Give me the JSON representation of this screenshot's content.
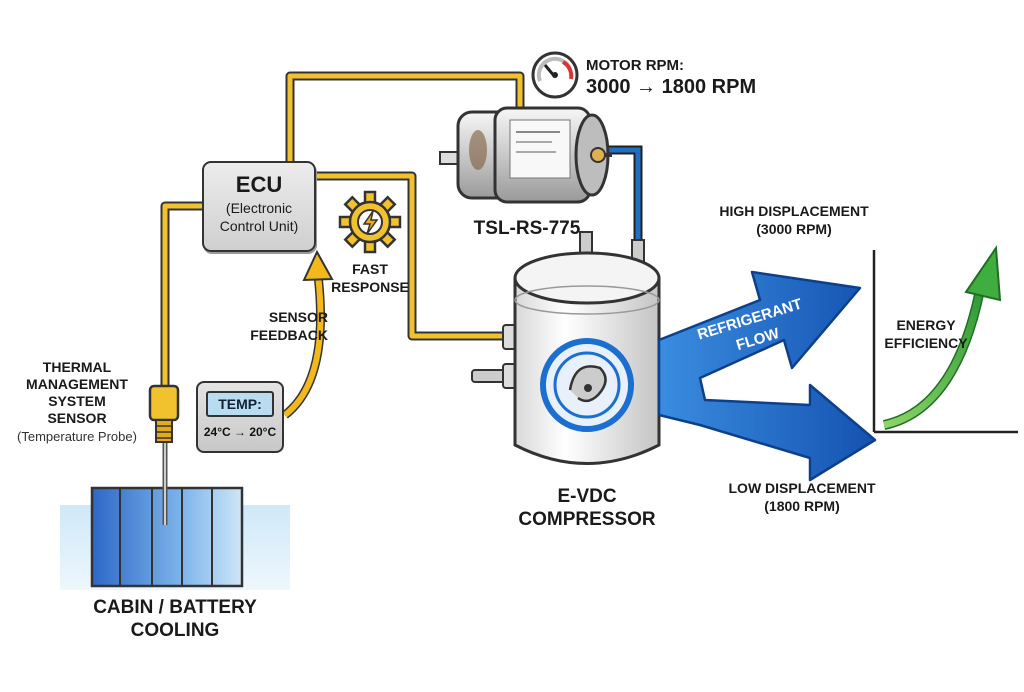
{
  "labels": {
    "motor_rpm_title": "MOTOR RPM:",
    "motor_rpm_value": "3000 → 1800 RPM",
    "motor_model": "TSL-RS-775",
    "ecu_title": "ECU",
    "ecu_line1": "(Electronic",
    "ecu_line2": "Control Unit)",
    "fast_response_1": "FAST",
    "fast_response_2": "RESPONSE",
    "sensor_feedback_1": "SENSOR",
    "sensor_feedback_2": "FEEDBACK",
    "thermal_1": "THERMAL",
    "thermal_2": "MANAGEMENT",
    "thermal_3": "SYSTEM",
    "thermal_4": "SENSOR",
    "thermal_probe": "(Temperature Probe)",
    "temp_title": "TEMP:",
    "temp_range": "24°C → 20°C",
    "cabin_1": "CABIN / BATTERY",
    "cabin_2": "COOLING",
    "compressor_1": "E-VDC",
    "compressor_2": "COMPRESSOR",
    "refrigerant_1": "REFRIGERANT",
    "refrigerant_2": "FLOW",
    "high_1": "HIGH DISPLACEMENT",
    "high_2": "(3000 RPM)",
    "low_1": "LOW DISPLACEMENT",
    "low_2": "(1800 RPM)",
    "energy_1": "ENERGY",
    "energy_2": "EFFICIENCY"
  },
  "icons": {
    "gauge": "gauge-icon",
    "gear_bolt": "gear-lightning-icon",
    "motor": "dc-motor-icon",
    "compressor": "compressor-icon",
    "probe": "temperature-probe-icon"
  },
  "colors": {
    "wire_yellow": "#f2c12e",
    "wire_blue": "#1f6fc4",
    "flow_blue": "#1b6fd1",
    "efficiency_green": "#3fae3f",
    "arrow_yellow": "#f2b81c"
  }
}
